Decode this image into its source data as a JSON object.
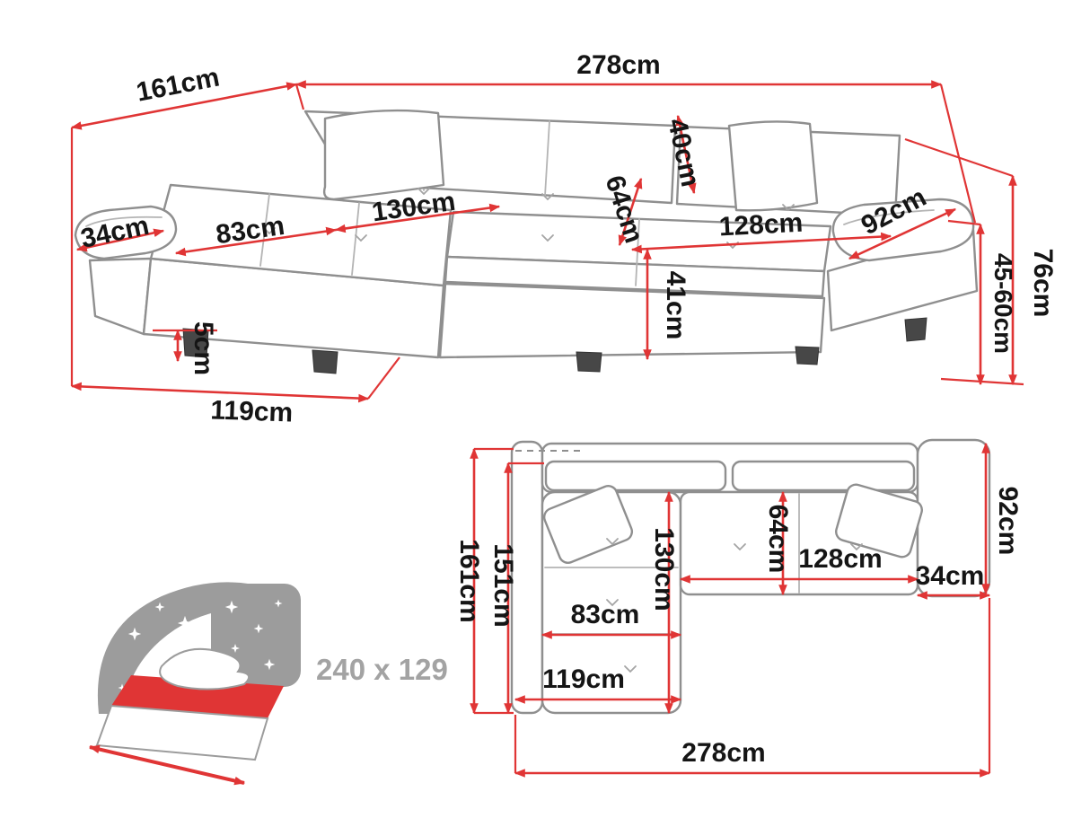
{
  "colors": {
    "dimension_red": "#e03535",
    "label_black": "#151515",
    "outline_grey": "#8f8f8f",
    "bed_grey": "#9c9c9c",
    "bed_red": "#e03535"
  },
  "perspective_view": {
    "labels": {
      "total_width": "278cm",
      "total_depth": "161cm",
      "back_cushion": "40cm",
      "seat_depth": "64cm",
      "chaise_width": "83cm",
      "chaise_length": "130cm",
      "armrest_left_width": "34cm",
      "main_seat_width": "128cm",
      "armrest_right_length": "92cm",
      "total_height": "76cm",
      "backrest_height_range": "45-60cm",
      "seat_height": "41cm",
      "leg_height": "5cm",
      "chaise_total_length": "119cm"
    }
  },
  "top_view": {
    "labels": {
      "total_depth": "161cm",
      "inner_depth": "151cm",
      "chaise_length": "130cm",
      "seat_depth": "64cm",
      "main_seat_width": "128cm",
      "armrest_right_width": "34cm",
      "armrest_right_depth": "92cm",
      "chaise_width": "83cm",
      "chaise_total_width": "119cm",
      "total_width": "278cm"
    }
  },
  "sleeping_function": {
    "bed_size": "240 x 129"
  }
}
